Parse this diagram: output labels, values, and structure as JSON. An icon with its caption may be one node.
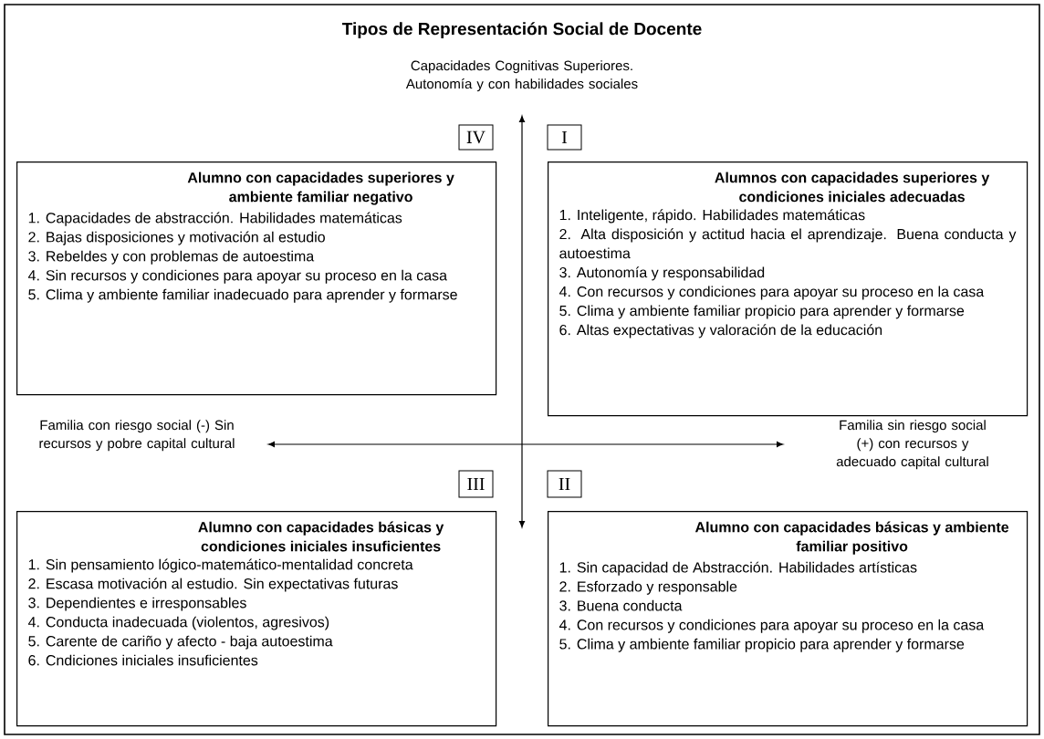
{
  "diagram": {
    "title": "Tipos de Representación Social de Docente",
    "nodes": [
      {
        "text": [
          "IV"
        ]
      },
      {
        "text": [
          "I"
        ]
      },
      {
        "text": [
          "Alumno con capacidades superiores y ambiente familiar negativo",
          "1. Capacidades de abstracción. Habilidades matemáticas",
          "2. Bajas disposiciones y motivación al estudio",
          "3. Rebeldes y con problemas de autoestima",
          "4. Sin recursos y condiciones para apoyar su proceso en la casa",
          "5. Clima y ambiente familiar inadecuado para aprender y formarse"
        ]
      },
      {
        "text": [
          "Alumnos con capacidades superiores y condiciones iniciales adecuadas",
          "1. Inteligente, rápido. Habilidades matemáticas",
          "2. Alta disposición y actitud hacia el aprendizaje. Buena conducta y autoestima",
          "3. Autonomía y responsabilidad",
          "4. Con recursos y condiciones para apoyar su proceso en la casa",
          "5. Clima y ambiente familiar propicio para aprender y formarse",
          "6. Altas expectativas y valoración de la educación"
        ]
      },
      {
        "text": [
          "III"
        ]
      },
      {
        "text": [
          "II"
        ]
      },
      {
        "text": [
          "Alumno con capacidades básicas y condiciones iniciales insuficientes",
          "1. Sin pensamiento lógico-matemático-mentalidad concreta",
          "2. Escasa motivación al estudio. Sin expectativas futuras",
          "3. Dependientes e irresponsables",
          "4. Conducta inadecuada (violentos, agresivos)",
          "5. Carente de cariño y afecto - baja autoestima",
          "6. Cndiciones iniciales insuficientes"
        ]
      },
      {
        "text": [
          "Alumno con capacidades básicas y ambiente familiar positivo",
          "1. Sin capacidad de Abstracción. Habilidades artísticas",
          "2. Esforzado y responsable",
          "3. Buena conducta",
          "4. Con recursos y condiciones para apoyar su proceso en la casa",
          "5. Clima y ambiente familiar propicio para aprender y formarse"
        ]
      }
    ],
    "labels": [
      "Capacidades Cognitivas Superiores. Autonomía y con habilidades sociales",
      "Familia con riesgo social (-) Sin recursos y pobre capital cultural",
      "Familia sin riesgo social (+) con recursos y adecuado capital cultural"
    ]
  }
}
